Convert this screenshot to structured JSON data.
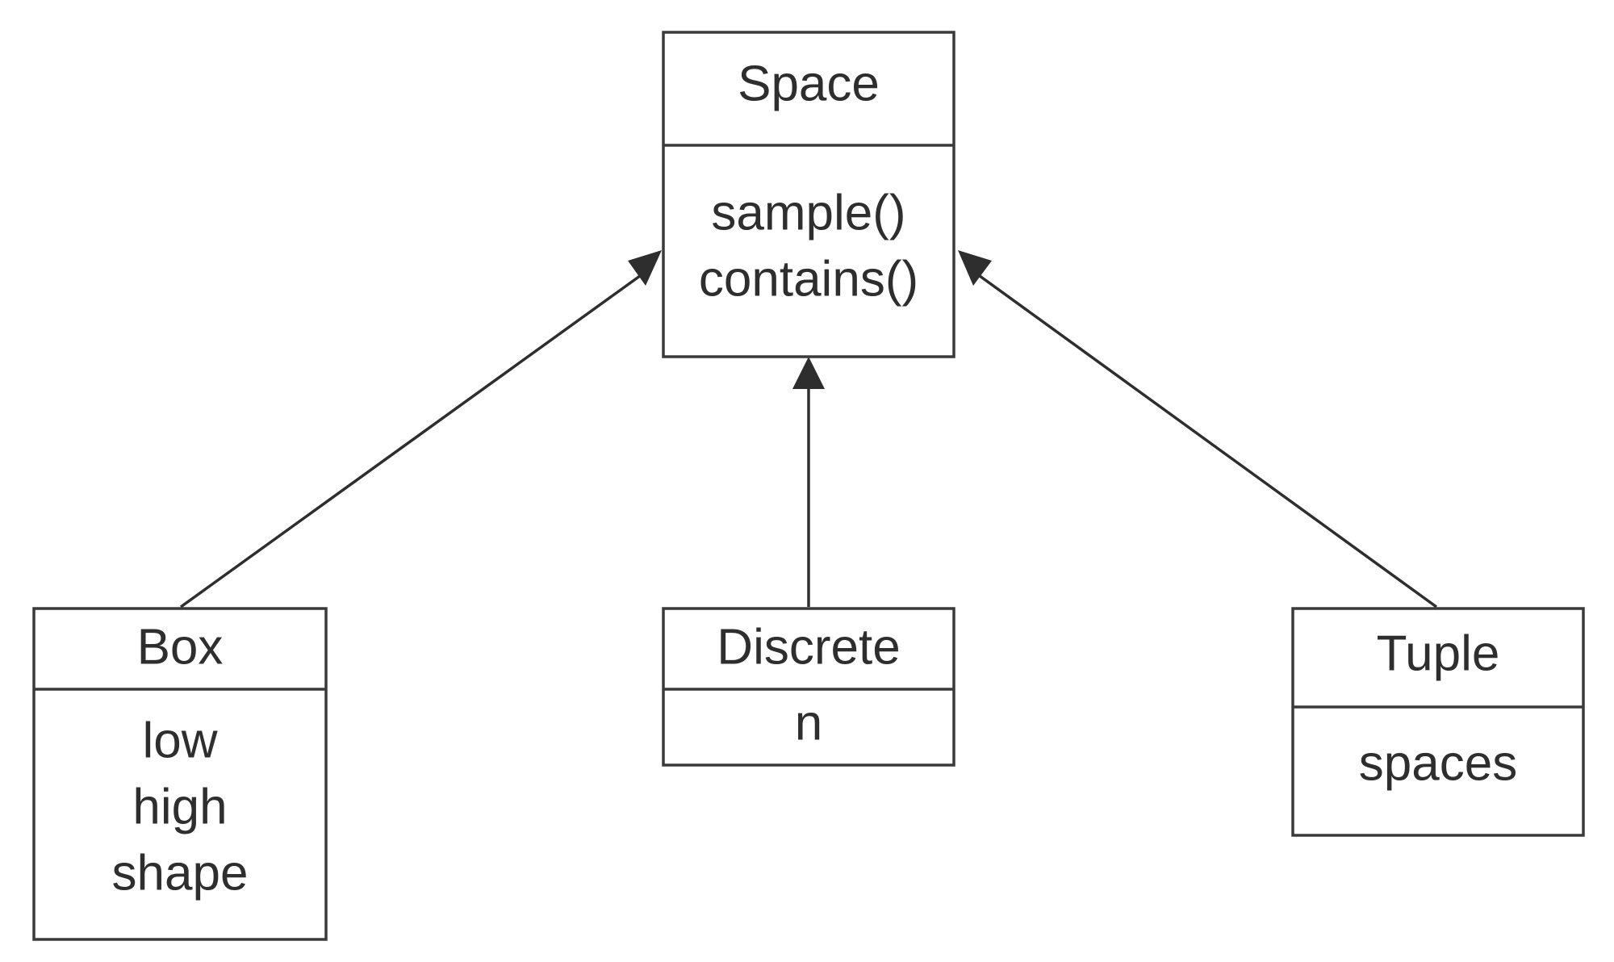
{
  "diagram": {
    "classes": {
      "space": {
        "name": "Space",
        "members": [
          "sample()",
          "contains()"
        ]
      },
      "box": {
        "name": "Box",
        "members": [
          "low",
          "high",
          "shape"
        ]
      },
      "discrete": {
        "name": "Discrete",
        "members": [
          "n"
        ]
      },
      "tuple": {
        "name": "Tuple",
        "members": [
          "spaces"
        ]
      }
    },
    "relations": [
      {
        "from": "box",
        "to": "space",
        "kind": "inheritance"
      },
      {
        "from": "discrete",
        "to": "space",
        "kind": "inheritance"
      },
      {
        "from": "tuple",
        "to": "space",
        "kind": "inheritance"
      }
    ],
    "colors": {
      "stroke": "#3a3a3a",
      "text": "#2e2e2e",
      "background": "#ffffff"
    }
  }
}
